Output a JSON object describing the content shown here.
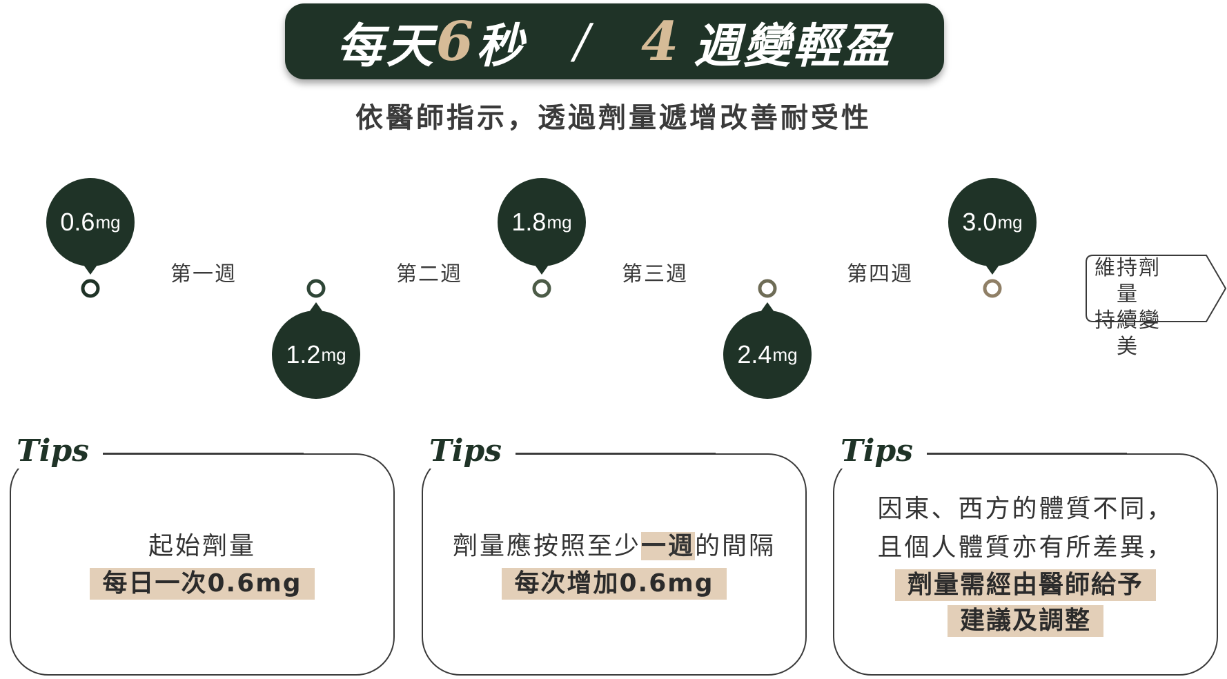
{
  "header": {
    "title_part1": "每天",
    "title_num1": "6",
    "title_part2": "秒",
    "title_sep": "/",
    "title_num2": "4",
    "title_part3": "週變輕盈",
    "subtitle": "依醫師指示，透過劑量遞增改善耐受性"
  },
  "timeline": {
    "doses": [
      {
        "value": "0.6",
        "unit": "mg"
      },
      {
        "value": "1.2",
        "unit": "mg"
      },
      {
        "value": "1.8",
        "unit": "mg"
      },
      {
        "value": "2.4",
        "unit": "mg"
      },
      {
        "value": "3.0",
        "unit": "mg"
      }
    ],
    "weeks": [
      "第一週",
      "第二週",
      "第三週",
      "第四週"
    ],
    "end_label_line1": "維持劑量",
    "end_label_line2": "持續變美",
    "colors": {
      "start": "#1f3327",
      "end": "#d7bd9a",
      "node": "#ffffff"
    }
  },
  "tips": [
    {
      "heading": "Tips",
      "line1": "起始劑量",
      "highlight": "每日一次0.6mg"
    },
    {
      "heading": "Tips",
      "line1_pre": "劑量應按照至少",
      "line1_em": "一週",
      "line1_post": "的間隔",
      "highlight": "每次增加0.6mg"
    },
    {
      "heading": "Tips",
      "line1": "因東、西方的體質不同，",
      "line2": "且個人體質亦有所差異，",
      "highlight1": "劑量需經由醫師給予",
      "highlight2": "建議及調整"
    }
  ]
}
